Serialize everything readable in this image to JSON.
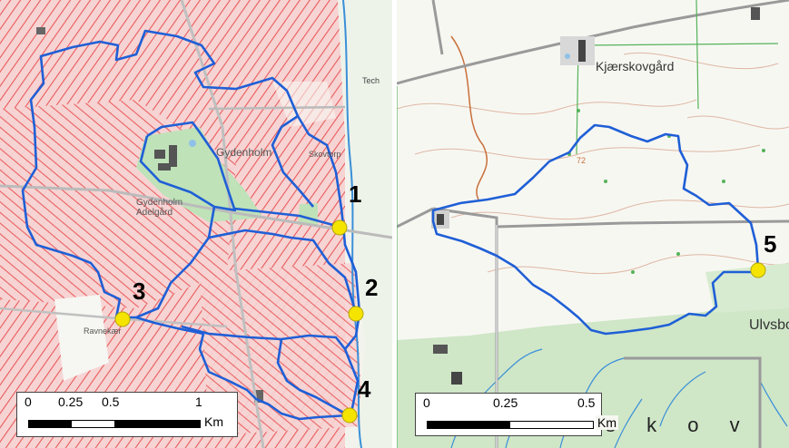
{
  "left_map": {
    "place_labels": {
      "gyden": "Gydenholm",
      "adelgard": "Gydenholm Adelgård",
      "small_a": "Tech",
      "small_b": "Ravnekær",
      "small_c": "Skovtorp"
    },
    "points": [
      "1",
      "2",
      "3",
      "4"
    ],
    "scale": {
      "ticks": [
        "0",
        "0.25",
        "0.5",
        "1"
      ],
      "unit": "Km"
    }
  },
  "right_map": {
    "place_labels": {
      "farm": "Kjærskovgård",
      "forest_east": "Ulvsbo",
      "contour": "72"
    },
    "points": [
      "5"
    ],
    "forest_letters": "s k o v",
    "scale": {
      "ticks": [
        "0",
        "0.25",
        "0.5"
      ],
      "unit": "Km"
    }
  },
  "colors": {
    "urban_red": "#e85a5a",
    "urban_bg": "#f7d4d4",
    "catchment_blue": "#1f5fd6",
    "point_yellow": "#f5e400",
    "forest_green": "#cfe6c7",
    "park_green": "#bfe2b8",
    "stream_blue": "#3a8fd8",
    "contour_brown": "#d9a890",
    "road_grey": "#9a9a9a"
  }
}
